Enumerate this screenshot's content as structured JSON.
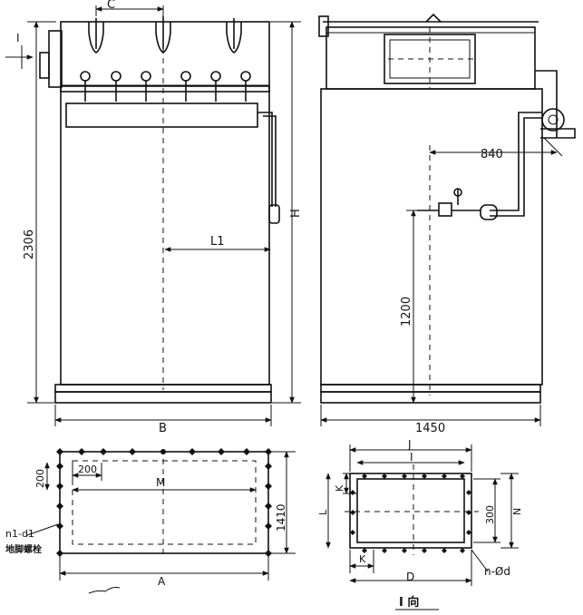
{
  "front_view": {
    "dim_top": "C",
    "dim_left": "2306",
    "dim_right": "H",
    "dim_inner": "L1",
    "dim_bottom": "B",
    "inlet_label": "I"
  },
  "side_view": {
    "dim_pipe": "840",
    "dim_height": "1200",
    "dim_bottom": "1450"
  },
  "plan_view": {
    "dim_left": "200",
    "dim_inner_top": "200",
    "dim_center": "M",
    "dim_right": "1410",
    "dim_bottom": "A",
    "bolt_label_1": "n1-d1",
    "bolt_label_2": "地脚螺栓"
  },
  "detail_view": {
    "dim_outer_top": "J",
    "dim_inner_top": "I",
    "dim_k_left": "K",
    "dim_l_left": "L",
    "dim_300": "300",
    "dim_n": "N",
    "dim_k_bottom": "K",
    "dim_d_bottom": "D",
    "hole_label": "n-Ød",
    "title": "I 向"
  },
  "colors": {
    "line": "#111111",
    "background": "#ffffff"
  }
}
